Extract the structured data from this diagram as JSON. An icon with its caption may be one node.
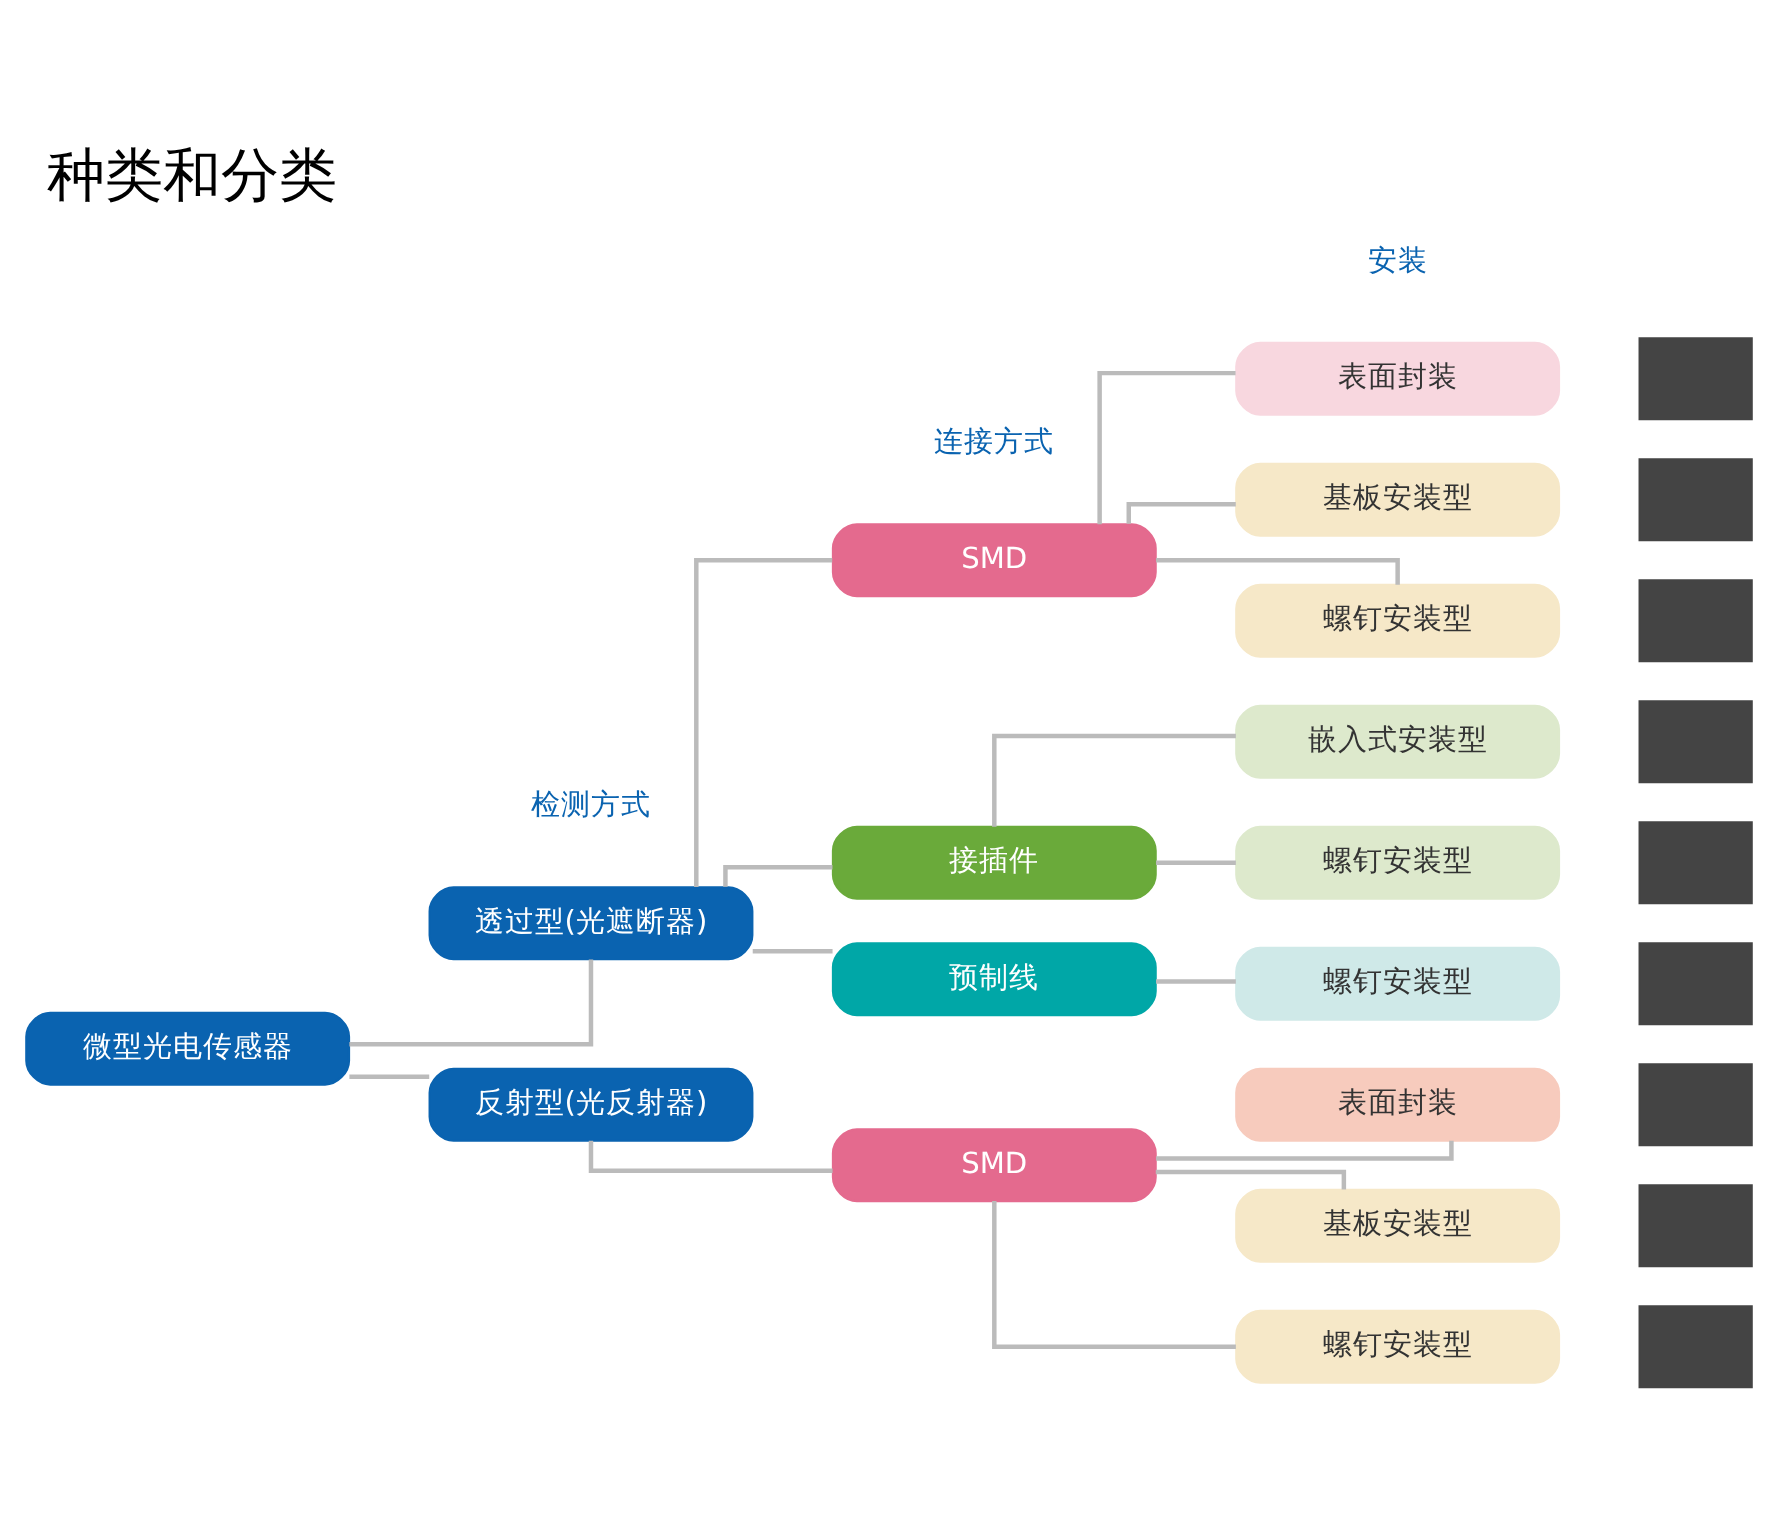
{
  "diagram": {
    "title": "种类和分类",
    "nodes": [
      {
        "text": [
          "微型光电传感器"
        ]
      },
      {
        "text": [
          "透过型(光遮断器)"
        ]
      },
      {
        "text": [
          "SMD"
        ]
      },
      {
        "text": [
          "表面封装"
        ]
      },
      {
        "text": [
          "基板安装型"
        ]
      },
      {
        "text": [
          "螺钉安装型"
        ]
      },
      {
        "text": [
          "接插件"
        ]
      },
      {
        "text": [
          "嵌入式安装型"
        ]
      },
      {
        "text": [
          "螺钉安装型"
        ]
      },
      {
        "text": [
          "预制线"
        ]
      },
      {
        "text": [
          "螺钉安装型"
        ]
      },
      {
        "text": [
          "反射型(光反射器)"
        ]
      },
      {
        "text": [
          "SMD"
        ]
      },
      {
        "text": [
          "表面封装"
        ]
      },
      {
        "text": [
          "基板安装型"
        ]
      },
      {
        "text": [
          "螺钉安装型"
        ]
      },
      {
        "text": [],
        "shape": "box"
      },
      {
        "text": [],
        "shape": "box"
      },
      {
        "text": [],
        "shape": "box"
      },
      {
        "text": [],
        "shape": "box"
      },
      {
        "text": [],
        "shape": "box"
      },
      {
        "text": [],
        "shape": "box"
      },
      {
        "text": [],
        "shape": "box"
      },
      {
        "text": [],
        "shape": "box"
      },
      {
        "text": [],
        "shape": "box"
      }
    ],
    "edges": [
      {
        "from": 0,
        "to": 1,
        "arrow": "none"
      },
      {
        "from": 1,
        "to": 2,
        "arrow": "none"
      },
      {
        "from": 2,
        "to": 3,
        "arrow": "none"
      },
      {
        "from": 2,
        "to": 4,
        "arrow": "none"
      },
      {
        "from": 2,
        "to": 5,
        "arrow": "none"
      },
      {
        "from": 1,
        "to": 6,
        "arrow": "none"
      },
      {
        "from": 6,
        "to": 7,
        "arrow": "none"
      },
      {
        "from": 6,
        "to": 8,
        "arrow": "none"
      },
      {
        "from": 1,
        "to": 9,
        "arrow": "none"
      },
      {
        "from": 9,
        "to": 10,
        "arrow": "none"
      },
      {
        "from": 0,
        "to": 11,
        "arrow": "none"
      },
      {
        "from": 11,
        "to": 12,
        "arrow": "none"
      },
      {
        "from": 12,
        "to": 13,
        "arrow": "none"
      },
      {
        "from": 12,
        "to": 14,
        "arrow": "none"
      },
      {
        "from": 12,
        "to": 15,
        "arrow": "none"
      }
    ],
    "labels": [
      "检测方式",
      "连接方式",
      "安装"
    ]
  }
}
